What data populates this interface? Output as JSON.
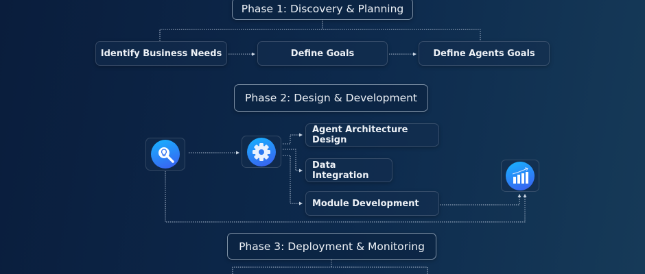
{
  "phase1": {
    "title": "Phase 1: Discovery & Planning",
    "steps": [
      "Identify Business Needs",
      "Define Goals",
      "Define Agents Goals"
    ]
  },
  "phase2": {
    "title": "Phase 2: Design & Development",
    "steps": [
      "Agent Architecture Design",
      "Data Integration",
      "Module Development"
    ],
    "icons": [
      "idea-search-icon",
      "gear-icon",
      "growth-chart-icon"
    ]
  },
  "phase3": {
    "title": "Phase 3: Deployment & Monitoring"
  }
}
